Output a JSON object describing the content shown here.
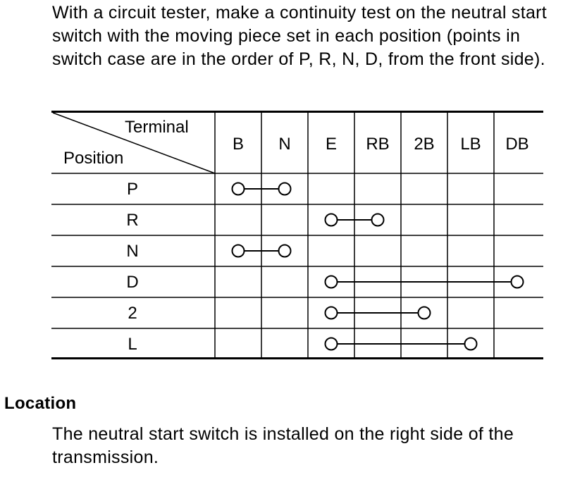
{
  "intro": {
    "text": "With a circuit tester, make a continuity test on the neutral start switch with the moving piece set in each position (points in switch case are in the order of P, R, N, D, from the front side)."
  },
  "table": {
    "corner_top": "Terminal",
    "corner_bottom": "Position",
    "terminals": [
      "B",
      "N",
      "E",
      "RB",
      "2B",
      "LB",
      "DB"
    ],
    "rows": [
      {
        "position": "P",
        "connected": [
          "B",
          "N"
        ]
      },
      {
        "position": "R",
        "connected": [
          "E",
          "RB"
        ]
      },
      {
        "position": "N",
        "connected": [
          "B",
          "N"
        ]
      },
      {
        "position": "D",
        "connected": [
          "E",
          "DB"
        ]
      },
      {
        "position": "2",
        "connected": [
          "E",
          "2B"
        ]
      },
      {
        "position": "L",
        "connected": [
          "E",
          "LB"
        ]
      }
    ]
  },
  "location": {
    "heading": "Location",
    "text": "The neutral start switch is installed on the right side of the transmission."
  }
}
